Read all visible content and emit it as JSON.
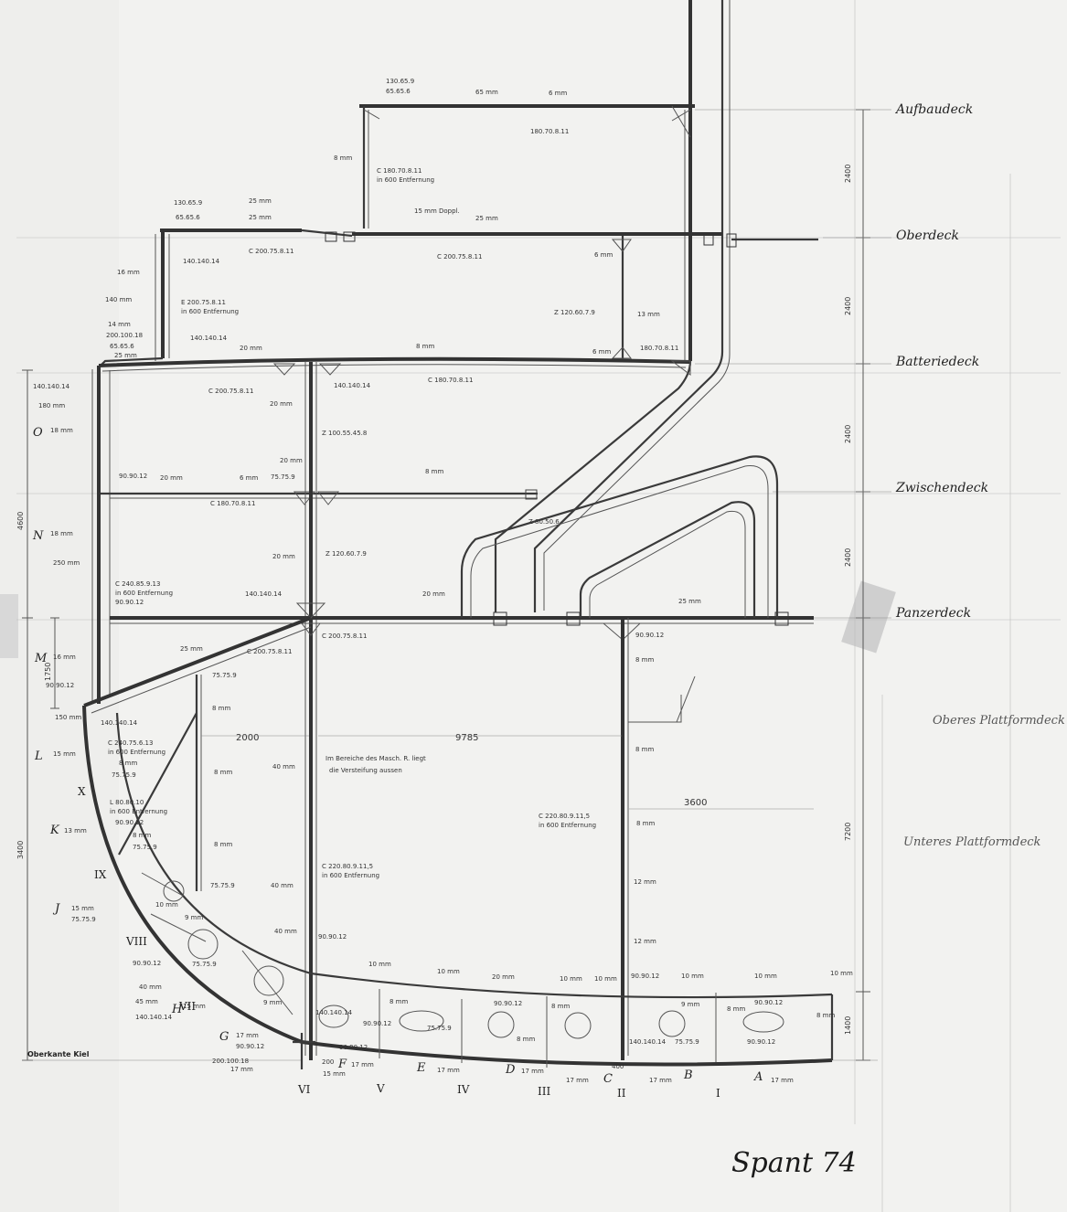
{
  "title": "Spant 74",
  "decks": {
    "aufbaudeck": "Aufbaudeck",
    "oberdeck": "Oberdeck",
    "batteriedeck": "Batteriedeck",
    "zwischendeck": "Zwischendeck",
    "panzerdeck": "Panzerdeck",
    "oberes_plattformdeck": "Oberes Plattformdeck",
    "unteres_plattformdeck": "Unteres Plattformdeck"
  },
  "strakes": [
    "O",
    "N",
    "M",
    "L",
    "K",
    "J",
    "H",
    "G",
    "F",
    "E",
    "D",
    "C",
    "B",
    "A"
  ],
  "romans": [
    "I",
    "II",
    "III",
    "IV",
    "V",
    "VI",
    "VII",
    "VIII",
    "IX",
    "X"
  ],
  "keel_label": "Oberkante Kiel",
  "dims": {
    "d2400a": "2400",
    "d2400b": "2400",
    "d2400c": "2400",
    "d2400d": "2400",
    "d7200": "7200",
    "d1400": "1400",
    "d4600": "4600",
    "d3400": "3400",
    "d1750": "1750",
    "d40mm": "40 mm",
    "d2000": "2000",
    "d9785": "9785",
    "d3600": "3600",
    "d400": "400",
    "d200": "200",
    "d150mm": "150 mm"
  },
  "notes": {
    "n_l180a": "C 180.70.8.11",
    "n_l180b": "in 600 Entfernung",
    "n_doppl": "15 mm Doppl.",
    "n_l200a": "C 200.75.8.11",
    "n_l200b": "C 200.75.8.11",
    "n_e200a": "E 200.75.8.11",
    "n_e200b": "in 600 Entfernung",
    "n_z120": "Z 120.60.7.9",
    "n_z100": "Z 100.55.45.8",
    "n_c180": "C 180.70.8.11",
    "n_c180b": "C 180.70.8.11",
    "n_z80": "Z 80.50.6",
    "n_z120b": "Z 120.60.7.9",
    "n_c240a": "C 240.85.9.13",
    "n_c240b": "in 600 Entfernung",
    "n_c200k": "C 200.75.8.11",
    "n_bereich1": "Im Bereiche des Masch. R. liegt",
    "n_bereich2": "die Versteifung aussen",
    "n_c220a": "C 220.80.9.11,5",
    "n_c220b": "in 600 Entfernung",
    "n_c220c": "C 220.80.9.11,5",
    "n_c220d": "in 600 Entfernung",
    "n_c240c": "C 240.75.6.13",
    "n_c240d": "in 600 Entfernung",
    "n_l80": "L 80.80.10",
    "n_l80b": "in 600 Entfernung",
    "n_p130": "130.65.9",
    "n_p65": "65.65.6",
    "n_p140a": "140.140.14",
    "n_p140b": "140.140.14",
    "n_p140c": "140.140.14",
    "n_p140d": "140.140.14",
    "n_p140e": "140.140.14",
    "n_p90a": "90.90.12",
    "n_p90b": "90.90.12",
    "n_p90c": "90.90.12",
    "n_p90d": "90.90.12",
    "n_p75a": "75.75.9",
    "n_p75b": "75.75.9",
    "n_p75c": "75.75.9",
    "n_p200": "200.100.18",
    "n_p180": "180.70.8.11",
    "n_mm25a": "25 mm",
    "n_mm25b": "25 mm",
    "n_mm25c": "25 mm",
    "n_mm20a": "20 mm",
    "n_mm20b": "20 mm",
    "n_mm20c": "20 mm",
    "n_mm20d": "20 mm",
    "n_mm8a": "8 mm",
    "n_mm8b": "8 mm",
    "n_mm8c": "8 mm",
    "n_mm8d": "8 mm",
    "n_mm8e": "8 mm",
    "n_mm6a": "6 mm",
    "n_mm6b": "6 mm",
    "n_mm6c": "6 mm",
    "n_mm10a": "10 mm",
    "n_mm10b": "10 mm",
    "n_mm10c": "10 mm",
    "n_mm12a": "12 mm",
    "n_mm12b": "12 mm",
    "n_mm9a": "9 mm",
    "n_mm9b": "9 mm",
    "n_mm9c": "9 mm",
    "n_mm15": "15 mm",
    "n_mm17a": "17 mm",
    "n_mm17b": "17 mm",
    "n_mm17c": "17 mm",
    "n_mm17d": "17 mm",
    "n_mm17e": "17 mm",
    "n_mm17f": "17 mm",
    "n_mm40a": "40 mm",
    "n_mm40b": "40 mm",
    "n_mm16": "16 mm",
    "n_mm18a": "18 mm",
    "n_mm18b": "18 mm",
    "n_mm180": "180 mm",
    "n_mm140": "140 mm",
    "n_mm250": "250 mm",
    "n_mm13": "13 mm",
    "n_mm14": "14 mm",
    "n_mm65": "65 mm",
    "n_mm45": "45 mm"
  }
}
